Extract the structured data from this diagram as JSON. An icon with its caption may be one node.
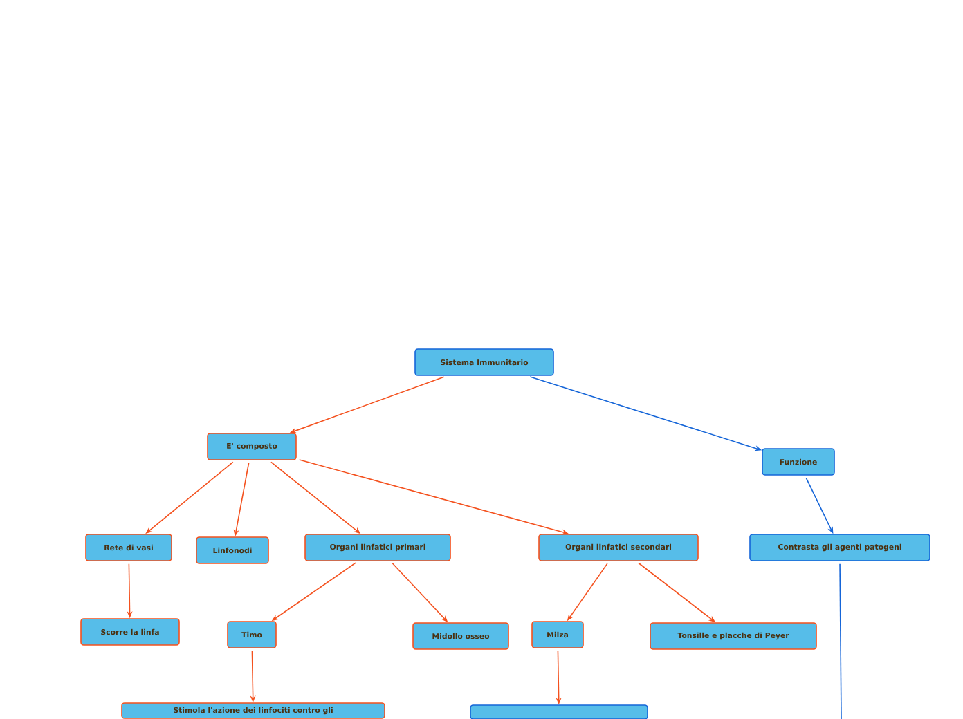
{
  "diagram": {
    "nodes": [
      {
        "text": [
          "Sistema Immunitario"
        ]
      },
      {
        "text": [
          "E' composto"
        ]
      },
      {
        "text": [
          "Funzione"
        ]
      },
      {
        "text": [
          "Rete di vasi"
        ]
      },
      {
        "text": [
          "Linfonodi"
        ]
      },
      {
        "text": [
          "Organi linfatici primari"
        ]
      },
      {
        "text": [
          "Organi linfatici secondari"
        ]
      },
      {
        "text": [
          "Contrasta gli agenti patogeni"
        ]
      },
      {
        "text": [
          "Scorre la linfa"
        ]
      },
      {
        "text": [
          "Timo"
        ]
      },
      {
        "text": [
          "Midollo osseo"
        ]
      },
      {
        "text": [
          "Milza"
        ]
      },
      {
        "text": [
          "Tonsille e placche di Peyer"
        ]
      },
      {
        "text": [
          "Stimola l'azione dei linfociti contro gli"
        ]
      },
      {
        "text": [],
        "shape": "box"
      }
    ],
    "edges": [
      {
        "from": 0,
        "to": 1,
        "arrow": "to"
      },
      {
        "from": 0,
        "to": 2,
        "arrow": "to",
        "color": "#1565d8"
      },
      {
        "from": 1,
        "to": 3,
        "arrow": "to"
      },
      {
        "from": 1,
        "to": 4,
        "arrow": "to"
      },
      {
        "from": 1,
        "to": 5,
        "arrow": "to"
      },
      {
        "from": 1,
        "to": 6,
        "arrow": "to"
      },
      {
        "from": 2,
        "to": 7,
        "arrow": "to",
        "color": "#1565d8"
      },
      {
        "from": 3,
        "to": 8,
        "arrow": "to"
      },
      {
        "from": 5,
        "to": 9,
        "arrow": "to"
      },
      {
        "from": 5,
        "to": 10,
        "arrow": "to"
      },
      {
        "from": 6,
        "to": 11,
        "arrow": "to"
      },
      {
        "from": 6,
        "to": 12,
        "arrow": "to"
      },
      {
        "from": 9,
        "to": 13,
        "arrow": "to"
      },
      {
        "from": 11,
        "to": 14,
        "arrow": "to"
      },
      {
        "from": 7,
        "to": null,
        "arrow": "none",
        "color": "#1565d8"
      }
    ]
  }
}
